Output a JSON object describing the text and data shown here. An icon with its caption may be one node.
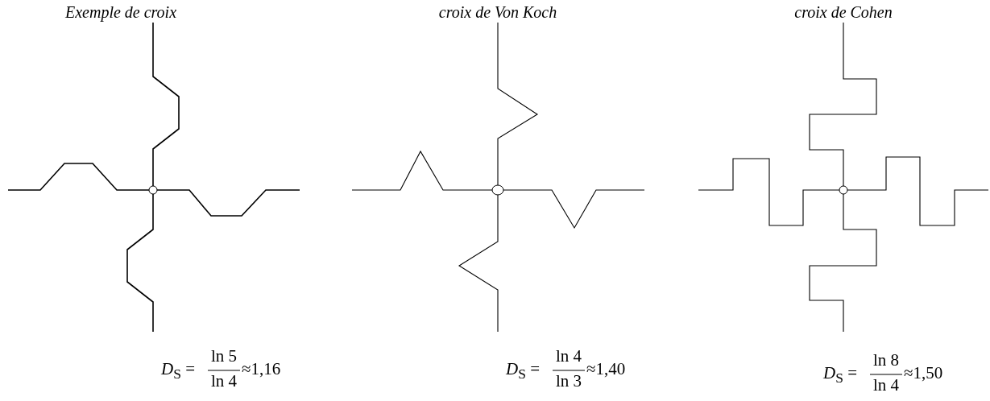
{
  "diagram": {
    "labels": [
      "Exemple de croix",
      "croix de Von Koch",
      "croix de Cohen",
      "*D*$_{S}$ =",
      "ln 5",
      "ln 4",
      "≈1,16",
      "*D*$_{S}$ =",
      "ln 4",
      "ln 3",
      "≈1,40",
      "*D*$_{S}$ =",
      "ln 8",
      "ln 4",
      "≈1,50"
    ]
  }
}
